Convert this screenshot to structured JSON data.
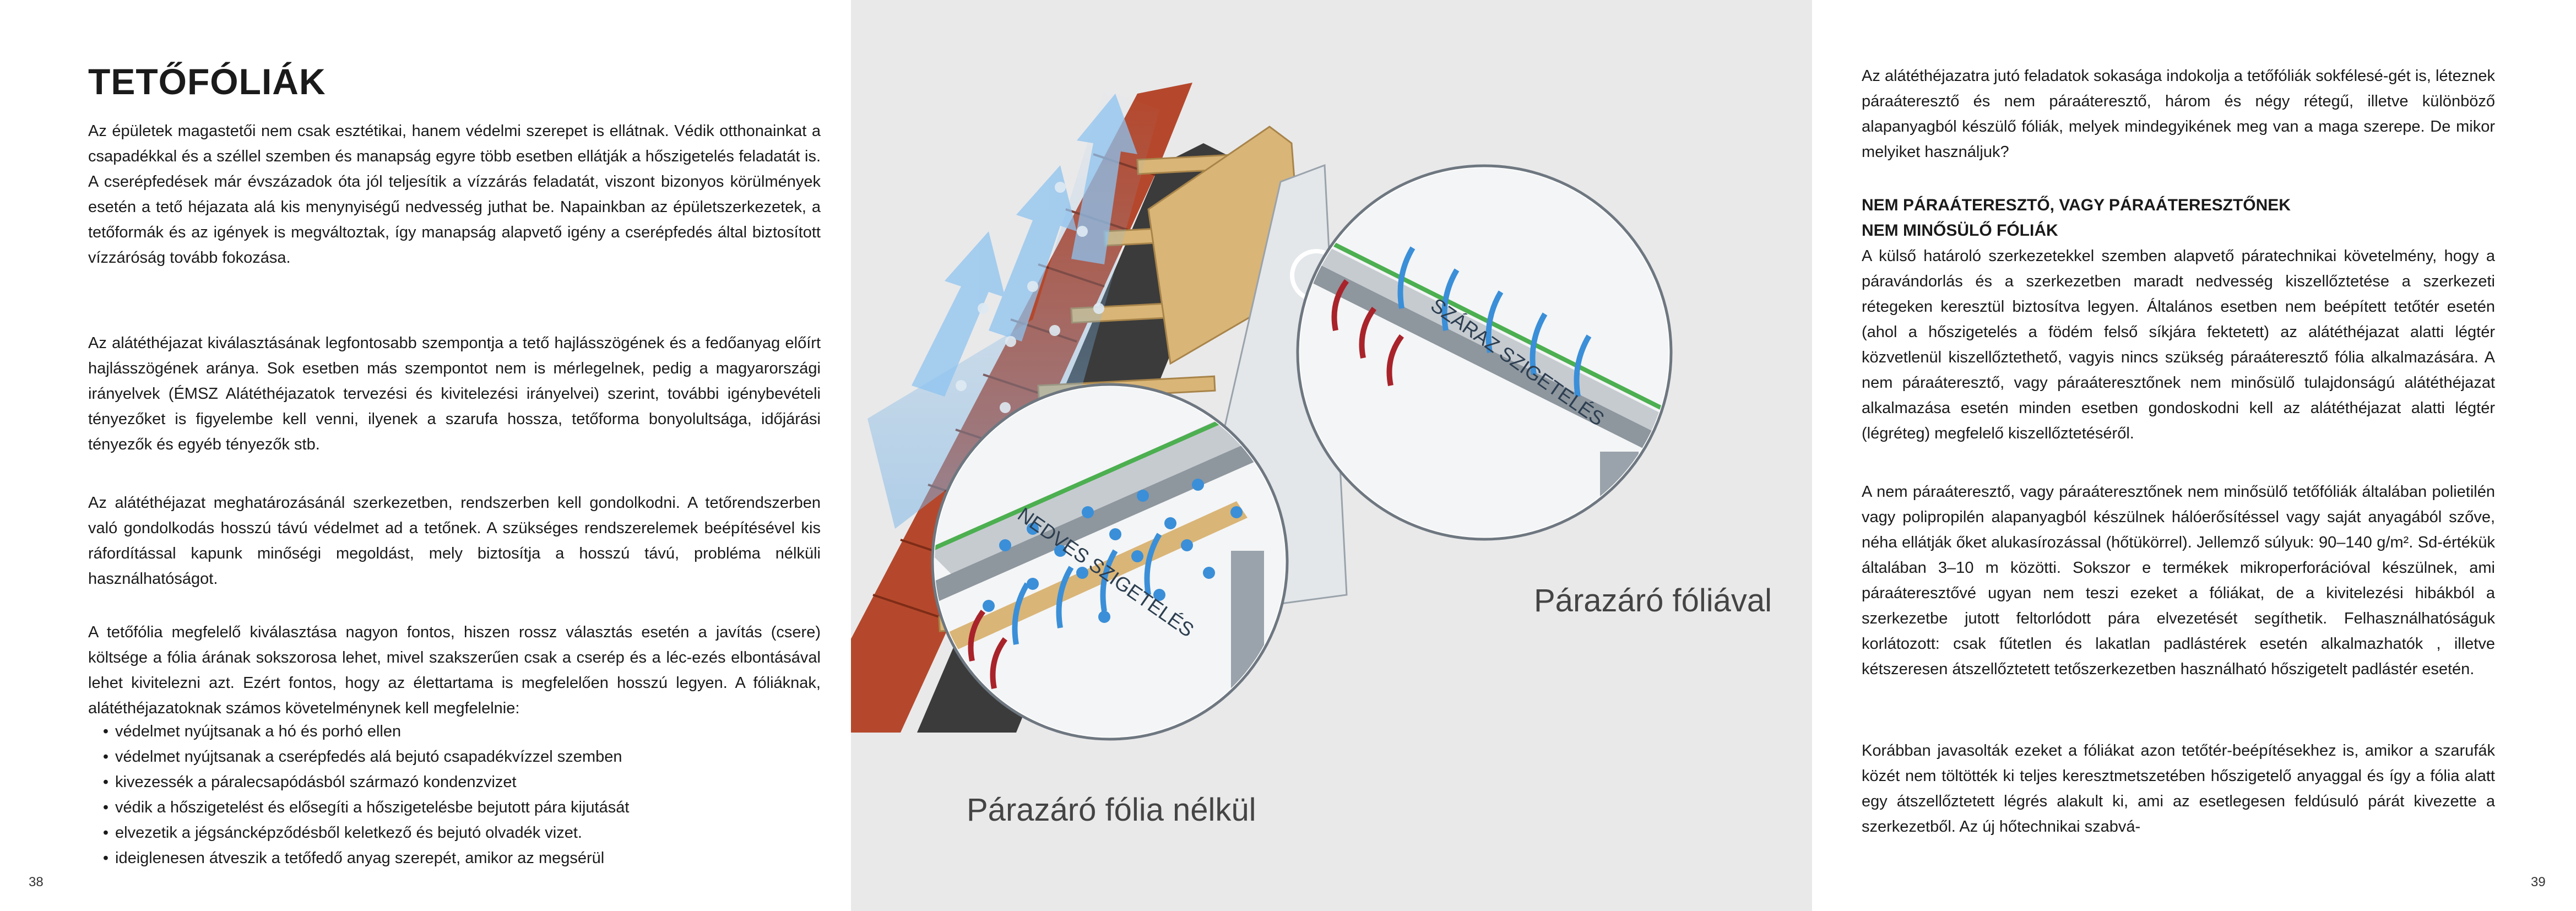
{
  "left_page": {
    "title": "TETŐFÓLIÁK",
    "paragraphs": [
      "Az épületek magastetői nem csak esztétikai, hanem védelmi szerepet is ellátnak. Védik otthonainkat a csapadékkal és a széllel szemben és manapság egyre több esetben ellátják a hőszigetelés feladatát is. A cserépfedések már évszázadok óta jól teljesítik a vízzárás feladatát, viszont bizonyos körülmények esetén a tető héjazata alá kis menynyiségű nedvesség juthat be. Napainkban az épületszerkezetek, a tetőformák és az igények is megváltoztak, így manapság alapvető igény a cserépfedés által biztosított vízzáróság tovább fokozása.",
      "Az alátéthéjazat kiválasztásának legfontosabb szempontja a tető hajlásszögének és a fedőanyag előírt hajlásszögének aránya. Sok esetben más szempontot nem is mérlegelnek, pedig a magyarországi irányelvek (ÉMSZ Alátéthéjazatok tervezési és kivitelezési irányelvei) szerint, további igénybevételi tényezőket is figyelembe kell venni, ilyenek a szarufa hossza, tetőforma bonyolultsága, időjárási tényezők és egyéb tényezők stb.",
      "Az alátéthéjazat meghatározásánál szerkezetben, rendszerben kell gondolkodni. A tetőrendszerben való gondolkodás hosszú távú védelmet ad a tetőnek. A szükséges rendszerelemek beépítésével kis ráfordítással kapunk minőségi megoldást, mely biztosítja a hosszú távú, probléma nélküli használhatóságot.",
      "A tetőfólia megfelelő kiválasztása nagyon fontos, hiszen rossz választás esetén a javítás (csere) költsége a fólia árának sokszorosa lehet, mivel szakszerűen csak a cserép és a léc-ezés elbontásával lehet kivitelezni azt. Ezért fontos, hogy az élettartama is megfelelően hosszú legyen. A fóliáknak, alátéthéjazatoknak számos követelménynek kell megfelelnie:"
    ],
    "bullets": [
      "védelmet nyújtsanak a hó és porhó ellen",
      "védelmet nyújtsanak a cserépfedés alá bejutó csapadékvízzel szemben",
      "kivezessék a páralecsapódásból származó kondenzvizet",
      "védik a hőszigetelést és elősegíti a hőszigetelésbe bejutott pára kijutását",
      "elvezetik a jégsáncképződésből keletkező és bejutó olvadék vizet.",
      "ideiglenesen átveszik a tetőfedő anyag szerepét, amikor az megsérül"
    ],
    "page_number": "38"
  },
  "figure": {
    "label_without": "Párazáró fólia nélkül",
    "label_with": "Párazáró fóliával",
    "wet_label": "NEDVES SZIGETELÉS",
    "dry_label": "SZÁRAZ SZIGETELÉS"
  },
  "right_page": {
    "intro": "Az alátéthéjazatra jutó feladatok sokasága indokolja a tetőfóliák sokfélesé-gét is, léteznek páraáteresztő és nem páraáteresztő, három és négy rétegű, illetve különböző alapanyagból készülő fóliák, melyek mindegyikének meg van a maga szerepe. De mikor melyiket használjuk?",
    "heading_line1": "NEM PÁRAÁTERESZTŐ, VAGY PÁRAÁTERESZTŐNEK",
    "heading_line2": "NEM MINŐSÜLŐ FÓLIÁK",
    "paragraphs": [
      "A külső határoló szerkezetekkel szemben alapvető páratechnikai követelmény, hogy a páravándorlás és a szerkezetben maradt nedvesség kiszellőztetése a szerkezeti rétegeken keresztül biztosítva legyen. Általános esetben nem beépített tetőtér esetén (ahol a hőszigetelés a födém felső síkjára fektetett) az alátéthéjazat alatti légtér közvetlenül kiszellőztethető, vagyis nincs szükség páraáteresztő fólia alkalmazására. A nem páraáteresztő, vagy páraáteresztőnek nem minősülő tulajdonságú alátéthéjazat alkalmazása esetén minden esetben gondoskodni kell az alátéthéjazat alatti légtér (légréteg) megfelelő kiszellőztetéséről.",
      "A nem páraáteresztő, vagy páraáteresztőnek nem minősülő tetőfóliák általában polietilén vagy polipropilén alapanyagból készülnek hálóerősítéssel vagy saját anyagából szőve, néha ellátják őket alukasírozással (hőtükörrel). Jellemző súlyuk: 90–140 g/m². Sd-értékük általában 3–10 m közötti. Sokszor e termékek mikroperforációval készülnek, ami páraáteresztővé ugyan nem teszi ezeket a fóliákat, de a kivitelezési hibákból a szerkezetbe jutott feltorlódott pára elvezetését segíthetik. Felhasználhatóságuk korlátozott: csak fűtetlen és lakatlan padlástérek esetén alkalmazhatók , illetve kétszeresen átszellőztetett tetőszerkezetben használható hőszigetelt padlástér esetén.",
      "Korábban javasolták ezeket a fóliákat azon tetőtér-beépítésekhez is, amikor a szarufák közét nem töltötték ki teljes keresztmetszetében hőszigetelő anyaggal és így a fólia alatt egy átszellőztetett légrés alakult ki, ami az esetlegesen feldúsuló párát kivezette a szerkezetből. Az új hőtechnikai szabvá-"
    ],
    "page_number": "39"
  },
  "colors": {
    "text": "#1a1a1a",
    "figure_bg": "#e9e9ea",
    "tile_red": "#b5482c",
    "timber": "#d9b577",
    "arrow_blue": "#3a8fd8",
    "vapor_red": "#a9232a",
    "green_band": "#4caf50"
  }
}
